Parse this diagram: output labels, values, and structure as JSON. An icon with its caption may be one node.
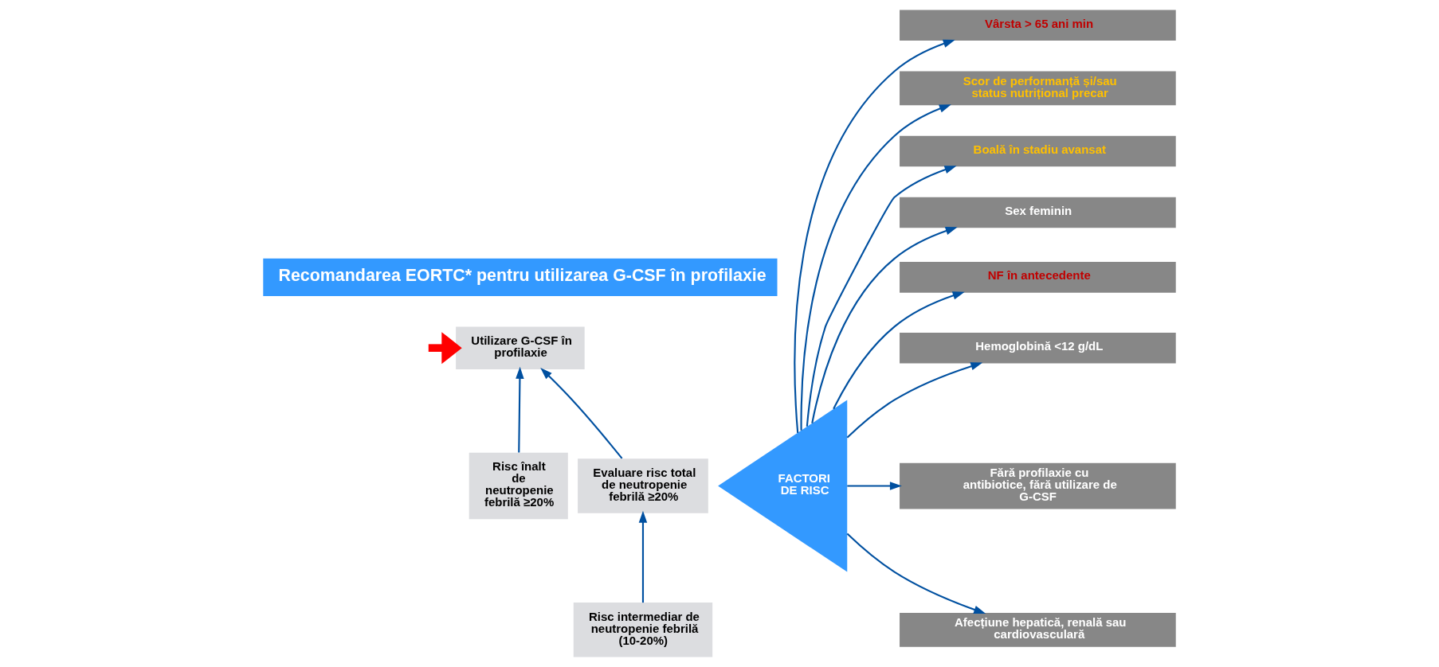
{
  "diagram": {
    "nodes": [
      {
        "text": [
          "Recomandarea EORTC* pentru utilizarea G-CSF în profilaxie"
        ]
      },
      {
        "text": [
          "Utilizare G-CSF în profilaxie"
        ]
      },
      {
        "text": [
          "Risc înalt de neutropenie febrilă ≥20%"
        ]
      },
      {
        "text": [
          "Evaluare risc total de neutropenie febrilă ≥20%"
        ]
      },
      {
        "text": [
          "Risc intermediar de neutropenie febrilă (10-20%)"
        ]
      },
      {
        "text": [
          "FACTORI DE RISC"
        ]
      },
      {
        "text": [
          "Vârsta > 65 ani min"
        ]
      },
      {
        "text": [
          "Scor de performanță și/sau status nutrițional precar"
        ]
      },
      {
        "text": [
          "Boală în stadiu avansat"
        ]
      },
      {
        "text": [
          "Sex feminin"
        ]
      },
      {
        "text": [
          "NF în antecedente"
        ]
      },
      {
        "text": [
          "Hemoglobină <12 g/dL"
        ]
      },
      {
        "text": [
          "Fără profilaxie cu antibiotice, fără utilizare de G-CSF"
        ]
      },
      {
        "text": [
          "Afecțiune hepatică, renală sau cardiovasculară"
        ]
      }
    ],
    "edges": [
      {
        "from": null,
        "to": 1,
        "arrow": "to",
        "style": "thick",
        "color": "#ff0000"
      },
      {
        "from": 2,
        "to": 1,
        "arrow": "to"
      },
      {
        "from": 3,
        "to": 1,
        "arrow": "to"
      },
      {
        "from": 4,
        "to": 3,
        "arrow": "to"
      },
      {
        "from": 5,
        "to": 6,
        "arrow": "to"
      },
      {
        "from": 5,
        "to": 7,
        "arrow": "to"
      },
      {
        "from": 5,
        "to": 8,
        "arrow": "to"
      },
      {
        "from": 5,
        "to": 9,
        "arrow": "to"
      },
      {
        "from": 5,
        "to": 10,
        "arrow": "to"
      },
      {
        "from": 5,
        "to": 11,
        "arrow": "to"
      },
      {
        "from": 5,
        "to": 12,
        "arrow": "to"
      },
      {
        "from": 5,
        "to": 13,
        "arrow": "to"
      }
    ]
  }
}
